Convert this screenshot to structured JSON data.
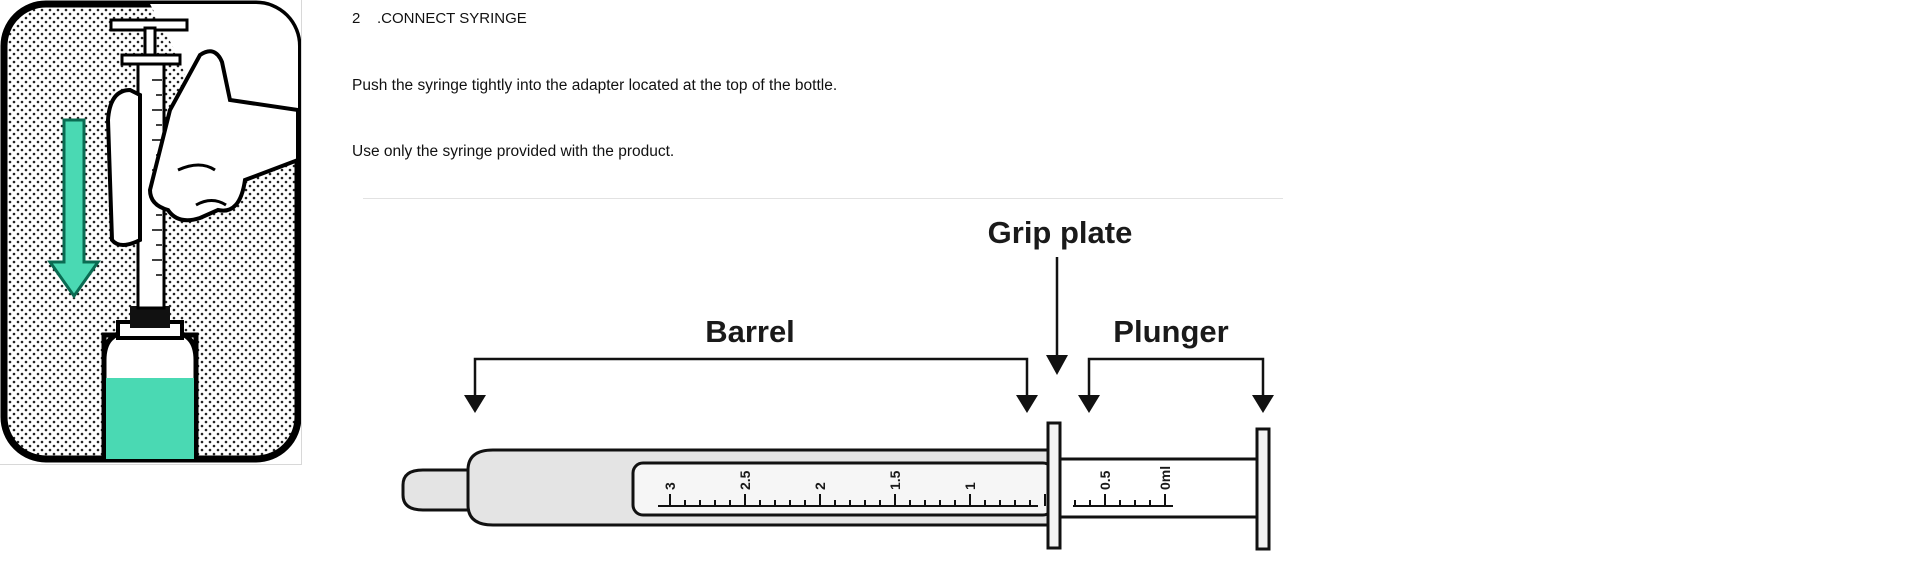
{
  "step": {
    "number": "2",
    "title": ".CONNECT SYRINGE"
  },
  "instructions": [
    "Push the syringe tightly into the adapter located at the top of the bottle.",
    "Use only the syringe provided with the product."
  ],
  "illustration": {
    "arrow_color": "#4ad9b3",
    "liquid_color": "#4ad9b3",
    "arrow_icon": "down-arrow-icon",
    "hand_icon": "hand-icon"
  },
  "syringe_diagram": {
    "labels": {
      "barrel": "Barrel",
      "grip_plate": "Grip plate",
      "plunger": "Plunger"
    },
    "scale_labels": [
      "3",
      "2.5",
      "2",
      "1.5",
      "1",
      "0.5",
      "0ml"
    ]
  }
}
